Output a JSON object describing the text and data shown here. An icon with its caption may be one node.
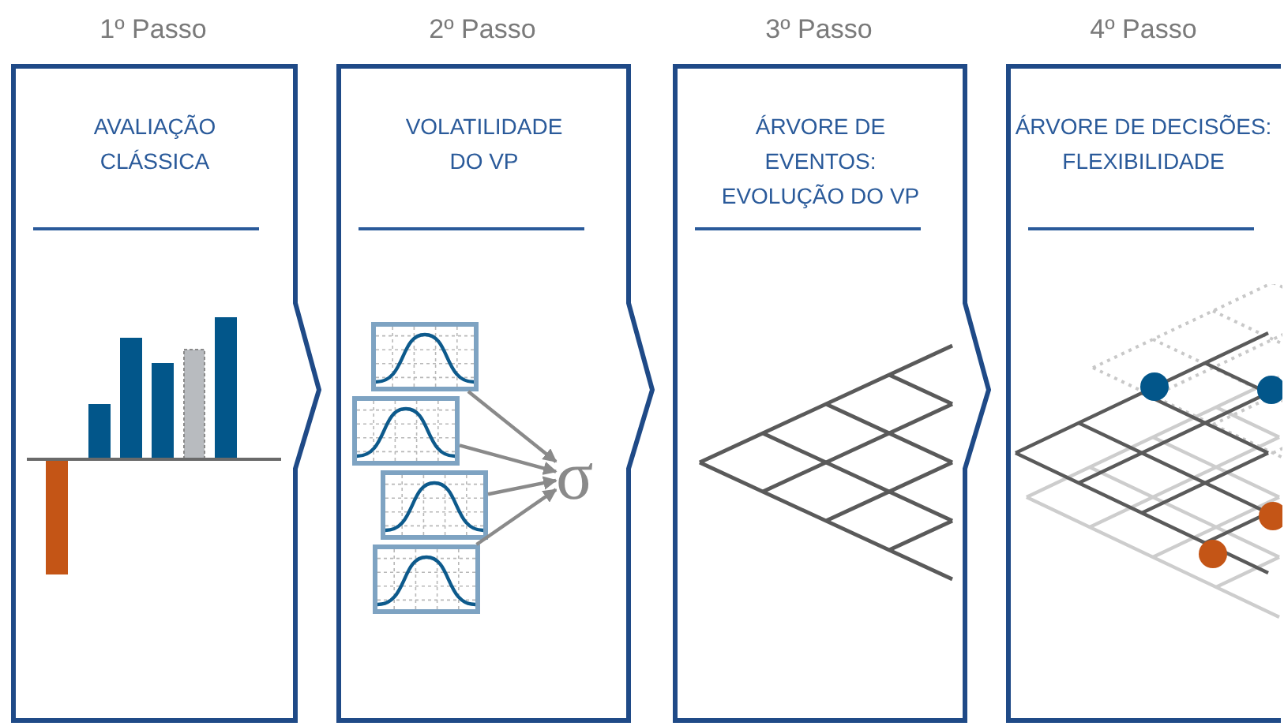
{
  "diagram": {
    "nodes": [
      {
        "text": [
          "1º Passo",
          "AVALIAÇÃO CLÁSSICA"
        ]
      },
      {
        "text": [
          "2º Passo",
          "VOLATILIDADE DO VP"
        ]
      },
      {
        "text": [],
        "shape": "picture",
        "in": 1
      },
      {
        "text": [],
        "shape": "picture",
        "in": 1
      },
      {
        "text": [],
        "shape": "picture",
        "in": 1
      },
      {
        "text": [],
        "shape": "picture",
        "in": 1
      },
      {
        "text": [
          "σ"
        ],
        "in": 1
      },
      {
        "text": [
          "3º Passo",
          "ÁRVORE DE EVENTOS: EVOLUÇÃO DO VP"
        ]
      },
      {
        "text": [
          "4º Passo",
          "ÁRVORE DE DECISÕES: FLEXIBILIDADE"
        ]
      }
    ],
    "edges": [
      {
        "from": 2,
        "to": 6,
        "arrow": "to"
      },
      {
        "from": 3,
        "to": 6,
        "arrow": "to"
      },
      {
        "from": 4,
        "to": 6,
        "arrow": "to"
      },
      {
        "from": 5,
        "to": 6,
        "arrow": "to"
      }
    ]
  }
}
